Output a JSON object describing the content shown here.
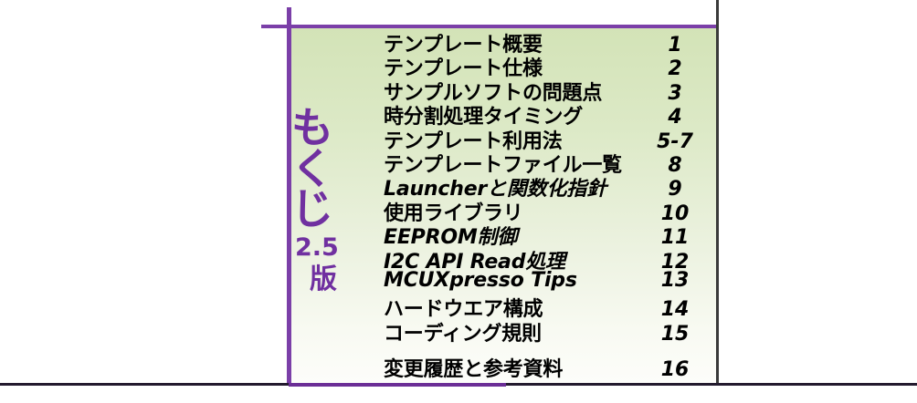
{
  "slide": {
    "accent_purple": "#7030A0",
    "rule_purple": "#7B3FA8",
    "border_dark": "#3a3a3a",
    "panel_gradient_top": "#d3e3b7",
    "panel_gradient_bottom": "#fdfdfa"
  },
  "side_label": {
    "title": "もくじ",
    "version": "2.5",
    "edition": "版"
  },
  "toc": {
    "items": [
      {
        "title": "テンプレート概要",
        "page": "1",
        "italic": false,
        "spaced": false
      },
      {
        "title": "テンプレート仕様",
        "page": "2",
        "italic": false,
        "spaced": false
      },
      {
        "title": "サンプルソフトの問題点",
        "page": "3",
        "italic": false,
        "spaced": false
      },
      {
        "title": "時分割処理タイミング",
        "page": "4",
        "italic": false,
        "spaced": false
      },
      {
        "title": "テンプレート利用法",
        "page": "5-7",
        "italic": false,
        "spaced": false
      },
      {
        "title": "テンプレートファイル一覧",
        "page": "8",
        "italic": false,
        "spaced": false
      },
      {
        "title": "Launcherと関数化指針",
        "page": "9",
        "italic": true,
        "spaced": false
      },
      {
        "title": "使用ライブラリ",
        "page": "10",
        "italic": false,
        "spaced": false
      },
      {
        "title": "EEPROM制御",
        "page": "11",
        "italic": true,
        "spaced": false
      },
      {
        "title": "I2C API Read処理",
        "page": "12",
        "italic": true,
        "spaced": false
      },
      {
        "title": "MCUXpresso Tips",
        "page": "13",
        "italic": true,
        "spaced": false
      },
      {
        "title": "ハードウエア構成",
        "page": "14",
        "italic": false,
        "spaced": false
      },
      {
        "title": "コーディング規則",
        "page": "15",
        "italic": false,
        "spaced": false
      },
      {
        "title": "変更履歴と参考資料",
        "page": "16",
        "italic": false,
        "spaced": true
      }
    ]
  }
}
